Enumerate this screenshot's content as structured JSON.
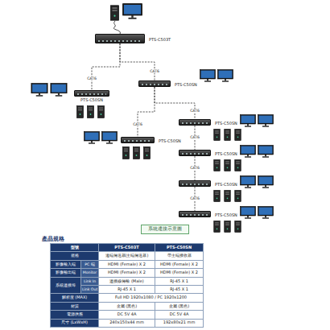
{
  "diagram": {
    "caption": "系統連接示意圖",
    "nodes": [
      {
        "text": [
          "PTS-C503T"
        ]
      },
      {
        "text": [
          "PTS-C50SN"
        ]
      },
      {
        "text": [
          "PTS-C50SN"
        ]
      },
      {
        "text": [
          "PTS-C50SN"
        ]
      },
      {
        "text": [
          "PTS-C50SN"
        ]
      },
      {
        "text": [
          "PTS-C50SN"
        ]
      },
      {
        "text": [
          "PTS-C50SN"
        ]
      },
      {
        "text": [
          "PTS-C50SN"
        ]
      }
    ],
    "edges": [
      {
        "from": 0,
        "to": 1,
        "label": "CAT6",
        "arrow": "none"
      },
      {
        "from": 0,
        "to": 2,
        "label": "CAT6",
        "arrow": "none"
      },
      {
        "from": 2,
        "to": 3,
        "label": "CAT6",
        "arrow": "none"
      },
      {
        "from": 2,
        "to": 4,
        "label": "CAT6",
        "arrow": "none"
      },
      {
        "from": 4,
        "to": 5,
        "label": "CAT6",
        "arrow": "none"
      },
      {
        "from": 5,
        "to": 6,
        "label": "CAT6",
        "arrow": "none"
      },
      {
        "from": 6,
        "to": 7,
        "label": "CAT6",
        "arrow": "none"
      }
    ],
    "labels": [
      "產品規格",
      "型號",
      "PTS-C503T",
      "PTS-C50SN",
      "規格",
      "遠端傳送器(主端傳送器)",
      "帶主端接收器",
      "影像輸入端",
      "PC 端",
      "HDMI (Female) X 2",
      "HDMI (Female) X 2",
      "影像輸出端",
      "Monitor",
      "HDMI (Female) X 2",
      "HDMI (Female) X 2",
      "系統連接埠",
      "Link In",
      "連接線傳輸 (Male)",
      "RJ-45 X 1",
      "Link Out",
      "RJ-45 X 1",
      "RJ-45 X 1",
      "解析度 (MAX)",
      "Full HD 1920x1080 / PC 1920x1200",
      "材質",
      "金屬 (黑色)",
      "金屬 (黑色)",
      "電源供應",
      "DC 5V 4A",
      "DC 5V 4A",
      "尺寸 (LxWxH)",
      "240x150x44 mm",
      "192x80x21 mm"
    ]
  }
}
